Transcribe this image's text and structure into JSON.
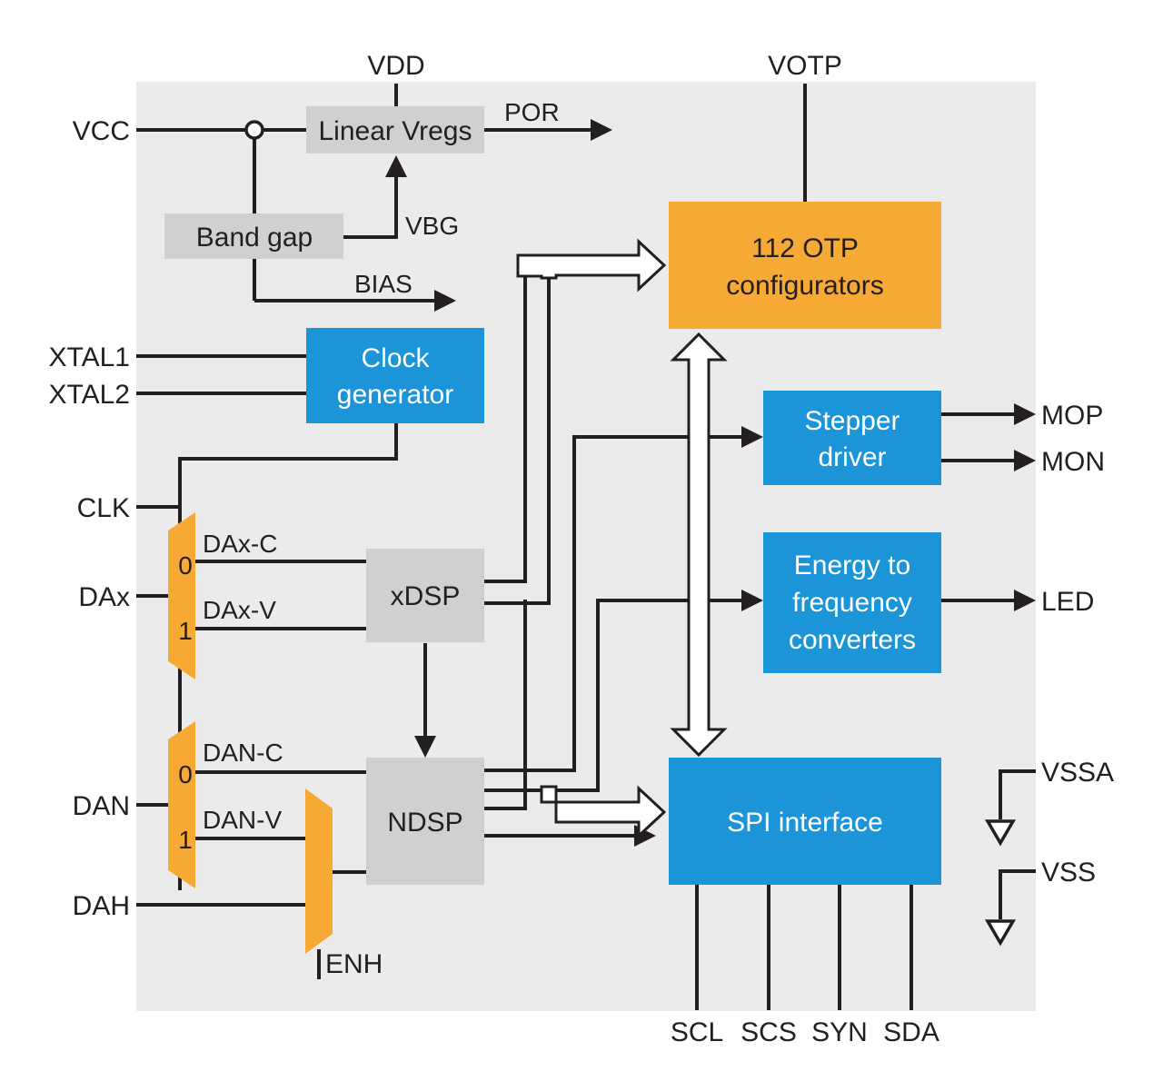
{
  "colors": {
    "background": "#ebebec",
    "blue_block": "#1b95d8",
    "orange_block": "#f7a935",
    "gray_block": "#cfd0d2",
    "wire": "#231f20"
  },
  "pins": {
    "vdd": "VDD",
    "votp": "VOTP",
    "vcc": "VCC",
    "xtal1": "XTAL1",
    "xtal2": "XTAL2",
    "clk": "CLK",
    "dax": "DAx",
    "dan": "DAN",
    "dah": "DAH",
    "enh": "ENH",
    "mop": "MOP",
    "mon": "MON",
    "led": "LED",
    "vssa": "VSSA",
    "vss": "VSS",
    "scl": "SCL",
    "scs": "SCS",
    "syn": "SYN",
    "sda": "SDA"
  },
  "signals": {
    "por": "POR",
    "vbg": "VBG",
    "bias": "BIAS",
    "dax_c": "DAx-C",
    "dax_v": "DAx-V",
    "dan_c": "DAN-C",
    "dan_v": "DAN-V",
    "mux_in0": "0",
    "mux_in1": "1"
  },
  "blocks": {
    "linear_vregs": "Linear Vregs",
    "band_gap": "Band gap",
    "clock_generator": [
      "Clock",
      "generator"
    ],
    "otp": [
      "112 OTP",
      "configurators"
    ],
    "stepper": [
      "Stepper",
      "driver"
    ],
    "energy": [
      "Energy to",
      "frequency",
      "converters"
    ],
    "xdsp": "xDSP",
    "ndsp": "NDSP",
    "spi": "SPI interface"
  }
}
